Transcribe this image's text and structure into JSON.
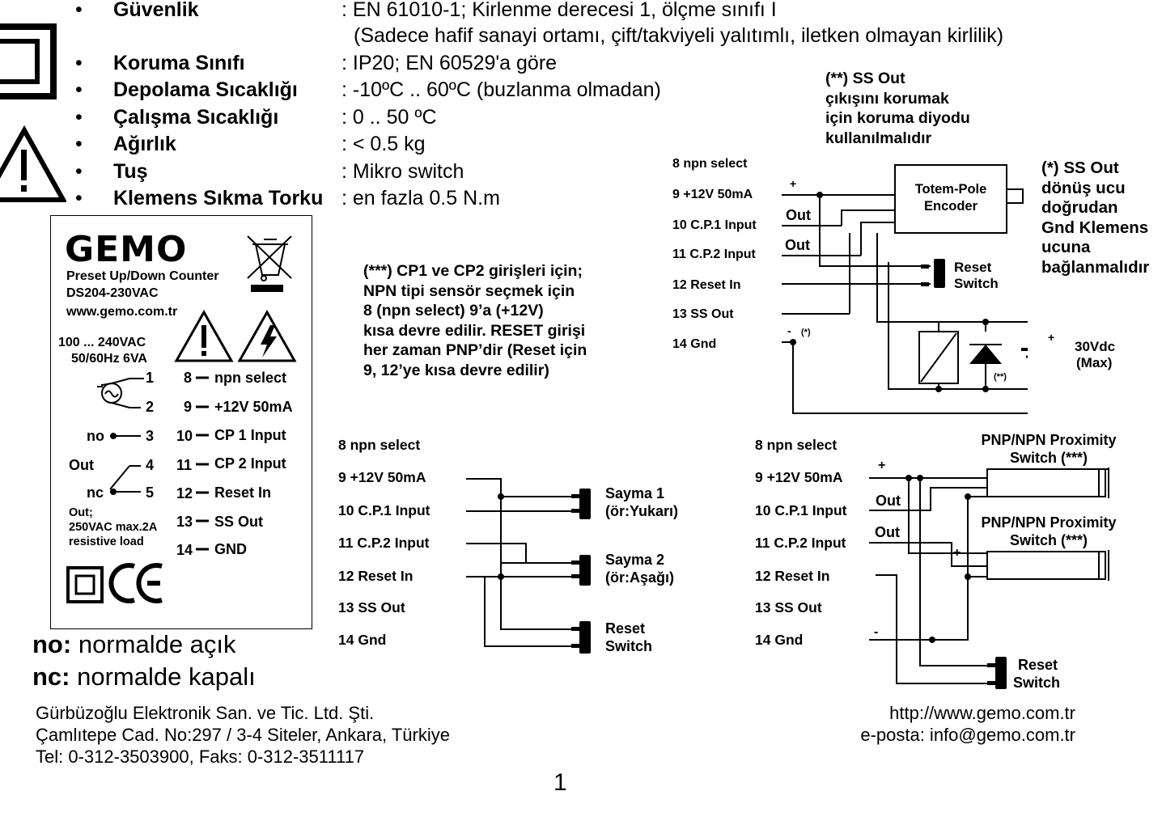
{
  "specs": [
    {
      "label": "Güvenlik",
      "value": ": EN 61010-1; Kirlenme derecesi 1, ölçme sınıfı I",
      "value2": "(Sadece hafif sanayi ortamı, çift/takviyeli yalıtımlı, iletken olmayan kirlilik)"
    },
    {
      "label": "Koruma Sınıfı",
      "value": ": IP20; EN 60529'a göre"
    },
    {
      "label": "Depolama Sıcaklığı",
      "value": ": -10ºC .. 60ºC (buzlanma olmadan)"
    },
    {
      "label": "Çalışma Sıcaklığı",
      "value": ": 0 .. 50 ºC"
    },
    {
      "label": "Ağırlık",
      "value": ": < 0.5 kg"
    },
    {
      "label": "Tuş",
      "value": ": Mikro switch"
    },
    {
      "label": "Klemens Sıkma Torku",
      "value": ": en fazla 0.5 N.m"
    }
  ],
  "bullet": "•",
  "notes": {
    "ss_out_diode": "(**) SS Out\nçıkışını korumak\niçin koruma diyodu\nkullanılmalıdır",
    "ss_out_return": "(*) SS Out\ndönüş ucu\ndoğrudan\nGnd Klemens\nucuna\nbağlanmalıdır",
    "cp_inputs": "(***) CP1 ve CP2 girişleri için;\nNPN tipi sensör seçmek için\n8 (npn select) 9’a (+12V)\nkısa devre edilir. RESET girişi\nher zaman PNP’dir (Reset için\n9, 12’ye kısa devre edilir)"
  },
  "label_panel": {
    "brand": "GEMO",
    "product": "Preset Up/Down Counter",
    "model": "DS204-230VAC",
    "url": "www.gemo.com.tr",
    "supply": "100 ... 240VAC",
    "supply2": "50/60Hz 6VA",
    "terminals_left": [
      {
        "num": "1",
        "name": ""
      },
      {
        "num": "2",
        "name": ""
      },
      {
        "num": "3",
        "name": "no"
      },
      {
        "num": "4",
        "name": "Out"
      },
      {
        "num": "5",
        "name": "nc"
      }
    ],
    "terminals_right": [
      {
        "num": "8",
        "name": "npn select"
      },
      {
        "num": "9",
        "name": "+12V 50mA"
      },
      {
        "num": "10",
        "name": "CP 1 Input"
      },
      {
        "num": "11",
        "name": "CP 2 Input"
      },
      {
        "num": "12",
        "name": "Reset In"
      },
      {
        "num": "13",
        "name": "SS Out"
      },
      {
        "num": "14",
        "name": "GND"
      }
    ],
    "out_rating": "Out;",
    "out_rating2": "250VAC max.2A",
    "out_rating3": "resistive load"
  },
  "legend": {
    "no_abbr": "no:",
    "no_text": "normalde açık",
    "nc_abbr": "nc:",
    "nc_text": "normalde kapalı"
  },
  "terminal_list": [
    "8  npn select",
    "9  +12V 50mA",
    "10 C.P.1 Input",
    "11 C.P.2 Input",
    "12 Reset In",
    "13 SS Out",
    "14 Gnd"
  ],
  "encoder_diagram": {
    "encoder": "Totem-Pole",
    "encoder2": "Encoder",
    "out1": "Out",
    "out2": "Out",
    "plus": "+",
    "minus": "-",
    "star": "(*)",
    "reset": "Reset",
    "reset2": "Switch",
    "supply": "30Vdc",
    "supply2": "(Max)",
    "diode_mark": "(**)",
    "supply_plus": "+"
  },
  "switch_diagram": {
    "count1": "Sayma 1",
    "count1b": "(ör:Yukarı)",
    "count2": "Sayma 2",
    "count2b": "(ör:Aşağı)",
    "reset": "Reset",
    "reset2": "Switch"
  },
  "proximity_diagram": {
    "sensor1": "PNP/NPN Proximity",
    "sensor1b": "Switch (***)",
    "sensor2": "PNP/NPN Proximity",
    "sensor2b": "Switch (***)",
    "plus": "+",
    "plus2": "+",
    "out1": "Out",
    "out2": "Out",
    "minus": "-",
    "reset": "Reset",
    "reset2": "Switch"
  },
  "footer": {
    "company": "Gürbüzoğlu Elektronik San. ve Tic. Ltd. Şti.\nÇamlıtepe Cad. No:297 / 3-4 Siteler, Ankara, Türkiye\nTel: 0-312-3503900, Faks: 0-312-3511117",
    "web": "http://www.gemo.com.tr",
    "email": "e-posta: info@gemo.com.tr",
    "page": "1"
  }
}
